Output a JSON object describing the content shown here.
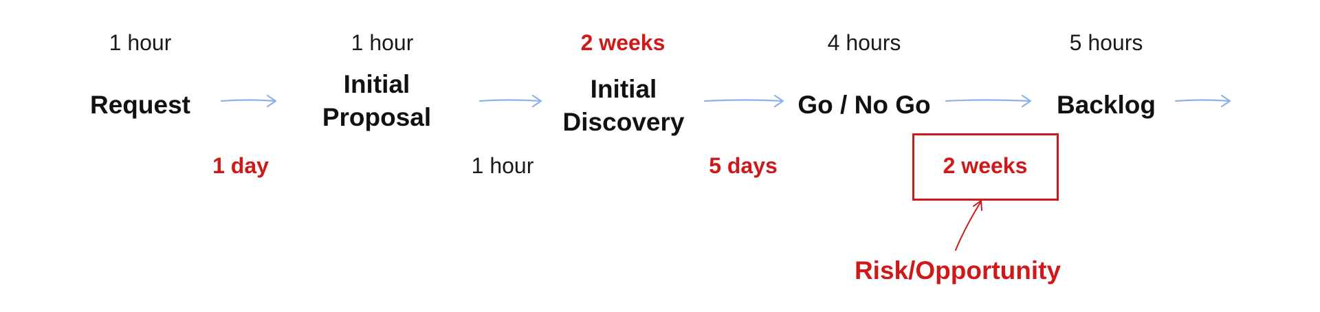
{
  "process_durations": [
    {
      "label": "1 hour",
      "highlight": false
    },
    {
      "label": "1 hour",
      "highlight": false
    },
    {
      "label": "2 weeks",
      "highlight": true
    },
    {
      "label": "4 hours",
      "highlight": false
    },
    {
      "label": "5 hours",
      "highlight": false
    }
  ],
  "steps": [
    {
      "line1": "Request",
      "line2": ""
    },
    {
      "line1": "Initial",
      "line2": "Proposal"
    },
    {
      "line1": "Initial",
      "line2": "Discovery"
    },
    {
      "line1": "Go / No Go",
      "line2": ""
    },
    {
      "line1": "Backlog",
      "line2": ""
    }
  ],
  "wait_times": [
    {
      "label": "1 day",
      "highlight": true
    },
    {
      "label": "1 hour",
      "highlight": false
    },
    {
      "label": "5 days",
      "highlight": true
    },
    {
      "label": "2 weeks",
      "highlight": true
    }
  ],
  "callout": {
    "label": "Risk/Opportunity"
  },
  "colors": {
    "arrow": "#8fb0ea",
    "highlight": "#d01818",
    "text": "#111111"
  }
}
